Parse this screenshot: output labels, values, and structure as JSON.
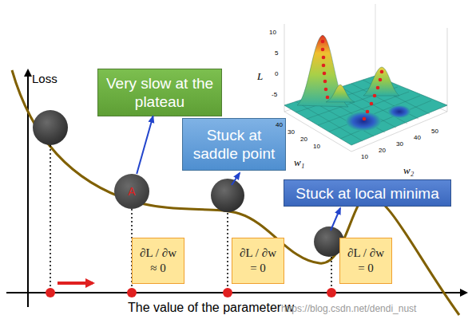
{
  "diagram": {
    "nodes": [
      {
        "text": [
          "Very slow at the plateau"
        ]
      },
      {
        "text": [
          "Stuck at saddle point"
        ]
      },
      {
        "text": [
          "Stuck at local minima"
        ]
      },
      {
        "text": [
          "A"
        ]
      },
      {
        "text": [
          "∂L / ∂w ≈ 0"
        ]
      },
      {
        "text": [
          "∂L / ∂w = 0"
        ]
      },
      {
        "text": [
          "∂L / ∂w = 0"
        ]
      }
    ],
    "edges": [
      {
        "from": 3,
        "to": 0,
        "arrow": "to"
      }
    ],
    "labels": [
      "Loss",
      "The value of the parameter w",
      "https://blog.csdn.net/dendi_nust",
      "L",
      "10",
      "5",
      "0",
      "-5",
      "w₁",
      "w₂",
      "40",
      "30",
      "20",
      "10",
      "10",
      "20",
      "30",
      "40",
      "50"
    ]
  }
}
